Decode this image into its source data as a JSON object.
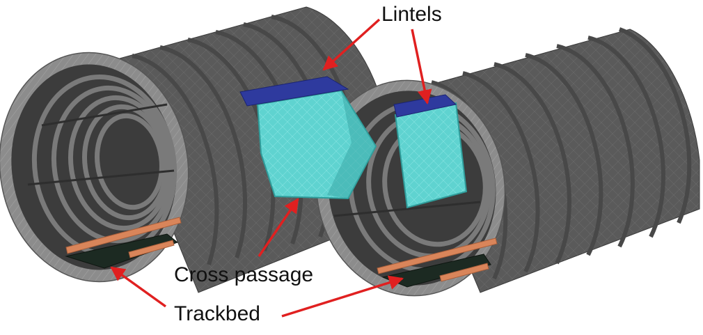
{
  "labels": {
    "lintels": "Lintels",
    "cross_passage": "Cross passage",
    "trackbed": "Trackbed"
  },
  "colors": {
    "lining_outer": "#5a5a5a",
    "lining_dark": "#3f3f3f",
    "lining_face": "#8a8a8a",
    "rib": "#6e6e6e",
    "rib_light": "#9a9a9a",
    "lintel": "#2e3a9e",
    "cross_passage": "#5fd3d0",
    "cross_passage_dark": "#3aa9a8",
    "trackbed": "#1c2a22",
    "rail": "#d9855a",
    "arrow": "#e02020"
  },
  "icons": [
    "arrow-pointer-icon"
  ]
}
